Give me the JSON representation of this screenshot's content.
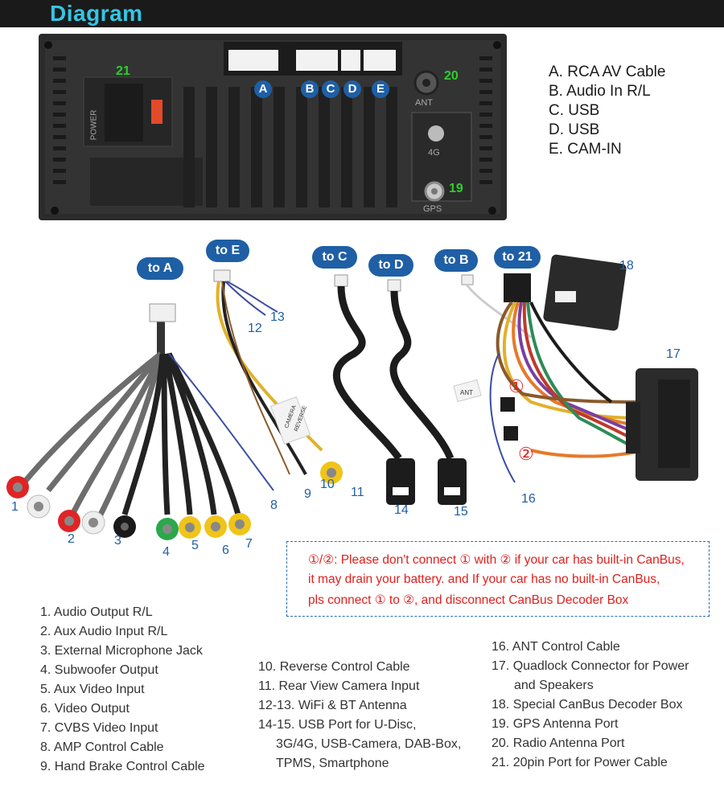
{
  "header": {
    "title": "Diagram"
  },
  "unit": {
    "ports": [
      "A",
      "B",
      "C",
      "D",
      "E"
    ],
    "label_21": "21",
    "label_20": "20",
    "label_19": "19",
    "power_text": "POWER",
    "ant_text": "ANT",
    "g4_text": "4G",
    "gps_text": "GPS"
  },
  "legend": [
    "A. RCA AV Cable",
    "B. Audio In R/L",
    "C. USB",
    "D. USB",
    "E. CAM-IN"
  ],
  "badges": {
    "to_a": "to A",
    "to_e": "to E",
    "to_c": "to C",
    "to_d": "to D",
    "to_b": "to B",
    "to_21": "to 21"
  },
  "numbers": {
    "n1": "1",
    "n2": "2",
    "n3": "3",
    "n4": "4",
    "n5": "5",
    "n6": "6",
    "n7": "7",
    "n8": "8",
    "n9": "9",
    "n10": "10",
    "n11": "11",
    "n12": "12",
    "n13": "13",
    "n14": "14",
    "n15": "15",
    "n16": "16",
    "n17": "17",
    "n18": "18",
    "circ1": "①",
    "circ2": "②"
  },
  "cable_tags": {
    "camera": "CAMERA",
    "reverse": "REVERSE",
    "ant": "ANT"
  },
  "warning": [
    "①/②: Please don't connect ① with ② if your car has built-in CanBus,",
    "it may drain your battery. and If your car has no built-in CanBus,",
    "pls connect ① to ②, and disconnect CanBus Decoder Box"
  ],
  "list_left": [
    "1. Audio Output R/L",
    "2. Aux Audio Input R/L",
    "3. External Microphone Jack",
    "4. Subwoofer Output",
    "5. Aux Video Input",
    "6. Video Output",
    "7. CVBS Video Input",
    "8. AMP Control Cable",
    "9. Hand Brake Control Cable"
  ],
  "list_mid": [
    "10. Reverse Control Cable",
    "11. Rear View Camera Input",
    "12-13. WiFi & BT Antenna",
    "14-15. USB Port for U-Disc,",
    "3G/4G, USB-Camera, DAB-Box,",
    "TPMS, Smartphone"
  ],
  "list_right": [
    "16. ANT Control Cable",
    "17. Quadlock Connector for Power",
    "and Speakers",
    "18. Special CanBus Decoder Box",
    "19. GPS Antenna Port",
    "20. Radio Antenna Port",
    "21. 20pin Port for Power Cable"
  ],
  "colors": {
    "badge": "#1f5fa5",
    "header_text": "#35c5e3",
    "warning": "#e0201e",
    "green_label": "#2bd02b"
  }
}
